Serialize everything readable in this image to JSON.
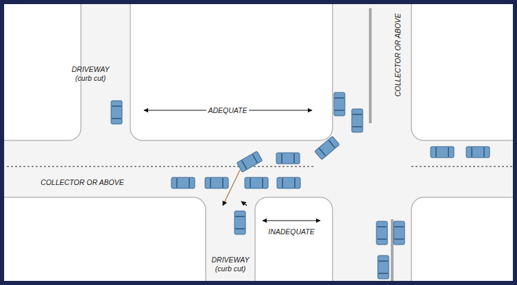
{
  "diagram": {
    "labels": [
      "DRIVEWAY (curb cut)",
      "ADEQUATE",
      "COLLECTOR OR ABOVE",
      "COLLECTOR OR ABOVE",
      "DRIVEWAY (curb cut)",
      "INADEQUATE"
    ]
  }
}
